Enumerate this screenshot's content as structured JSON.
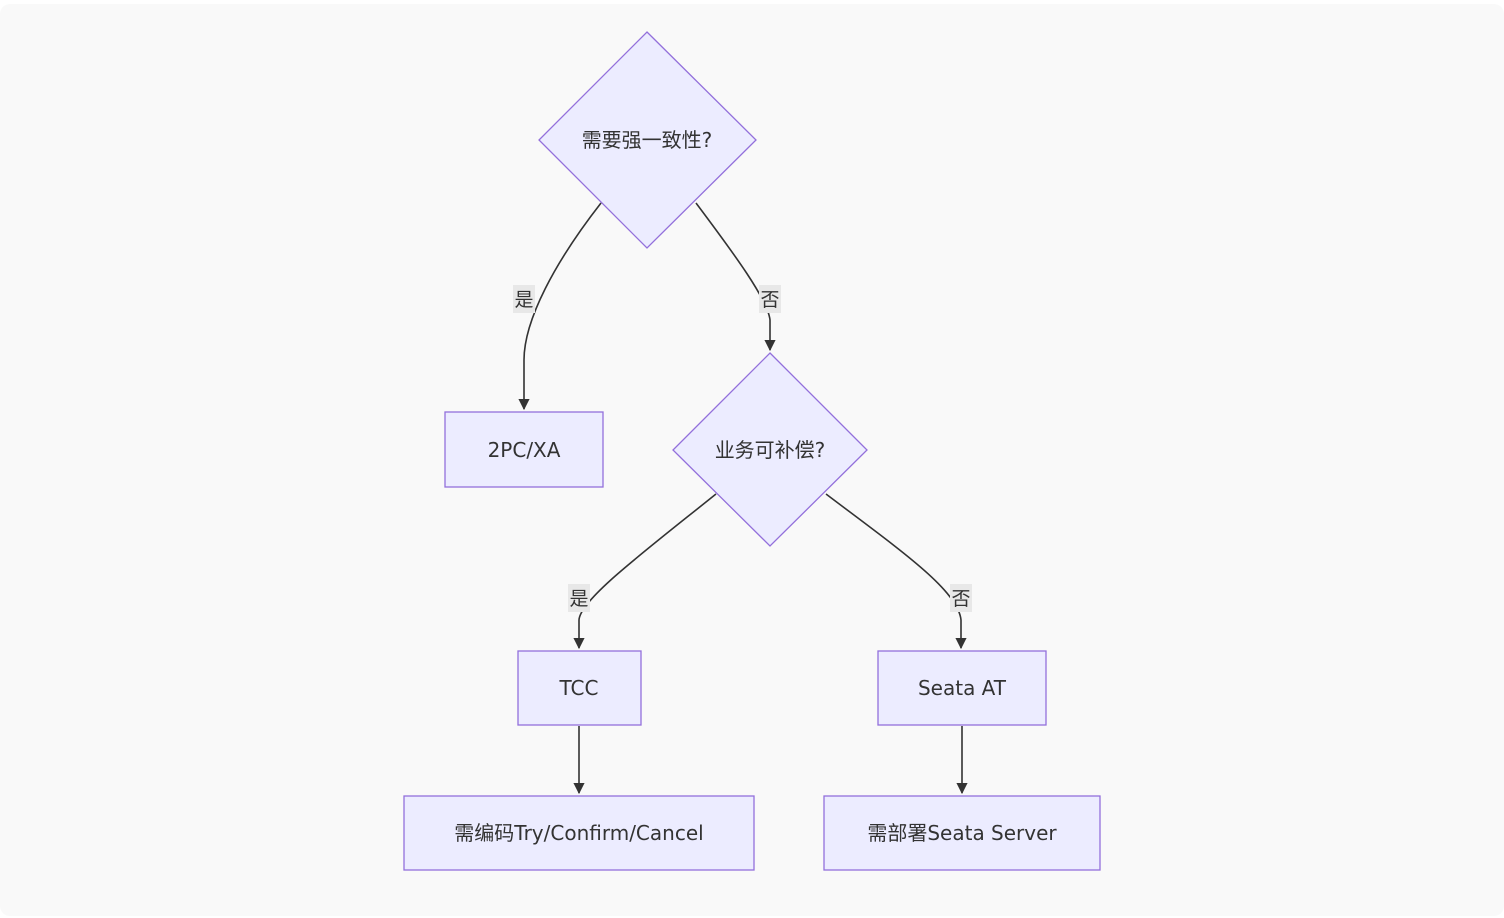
{
  "diagram": {
    "type": "flowchart",
    "colors": {
      "node_fill": "#ECECFF",
      "node_stroke": "#9370DB",
      "edge": "#333333",
      "label_bg": "#E8E8E8",
      "background": "#F9F9F9"
    },
    "nodes": {
      "q1": {
        "label": "需要强一致性?",
        "shape": "diamond"
      },
      "q2": {
        "label": "业务可补偿?",
        "shape": "diamond"
      },
      "xa": {
        "label": "2PC/XA",
        "shape": "rect"
      },
      "tcc": {
        "label": "TCC",
        "shape": "rect"
      },
      "seata_at": {
        "label": "Seata AT",
        "shape": "rect"
      },
      "tcc_note": {
        "label": "需编码Try/Confirm/Cancel",
        "shape": "rect"
      },
      "seata_note": {
        "label": "需部署Seata Server",
        "shape": "rect"
      }
    },
    "edges": {
      "q1_xa": {
        "from": "q1",
        "to": "xa",
        "label": "是"
      },
      "q1_q2": {
        "from": "q1",
        "to": "q2",
        "label": "否"
      },
      "q2_tcc": {
        "from": "q2",
        "to": "tcc",
        "label": "是"
      },
      "q2_seata": {
        "from": "q2",
        "to": "seata_at",
        "label": "否"
      },
      "tcc_note": {
        "from": "tcc",
        "to": "tcc_note",
        "label": ""
      },
      "seata_note": {
        "from": "seata_at",
        "to": "seata_note",
        "label": ""
      }
    }
  }
}
